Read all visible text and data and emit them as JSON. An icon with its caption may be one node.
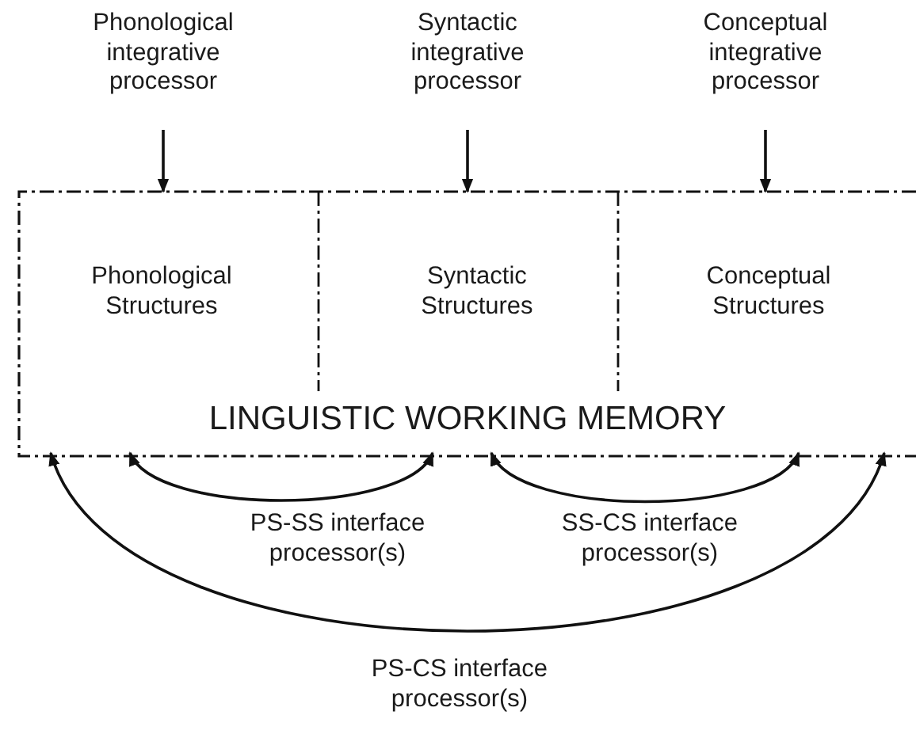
{
  "diagram": {
    "nodes": [
      {
        "text": [
          "LINGUISTIC WORKING MEMORY"
        ]
      },
      {
        "text": [
          "Phonological Structures"
        ],
        "in": 0
      },
      {
        "text": [
          "Syntactic Structures"
        ],
        "in": 0
      },
      {
        "text": [
          "Conceptual Structures"
        ],
        "in": 0
      },
      {
        "text": [
          "Phonological integrative processor"
        ]
      },
      {
        "text": [
          "Syntactic integrative processor"
        ]
      },
      {
        "text": [
          "Conceptual integrative processor"
        ]
      }
    ],
    "edges": [
      {
        "from": 4,
        "to": 1,
        "arrow": "to"
      },
      {
        "from": 5,
        "to": 2,
        "arrow": "to"
      },
      {
        "from": 6,
        "to": 3,
        "arrow": "to"
      },
      {
        "from": 1,
        "to": 2,
        "arrow": "both",
        "label": "PS-SS interface processor(s)"
      },
      {
        "from": 2,
        "to": 3,
        "arrow": "both",
        "label": "SS-CS interface processor(s)"
      },
      {
        "from": 1,
        "to": 3,
        "arrow": "both",
        "label": "PS-CS interface processor(s)"
      }
    ]
  }
}
